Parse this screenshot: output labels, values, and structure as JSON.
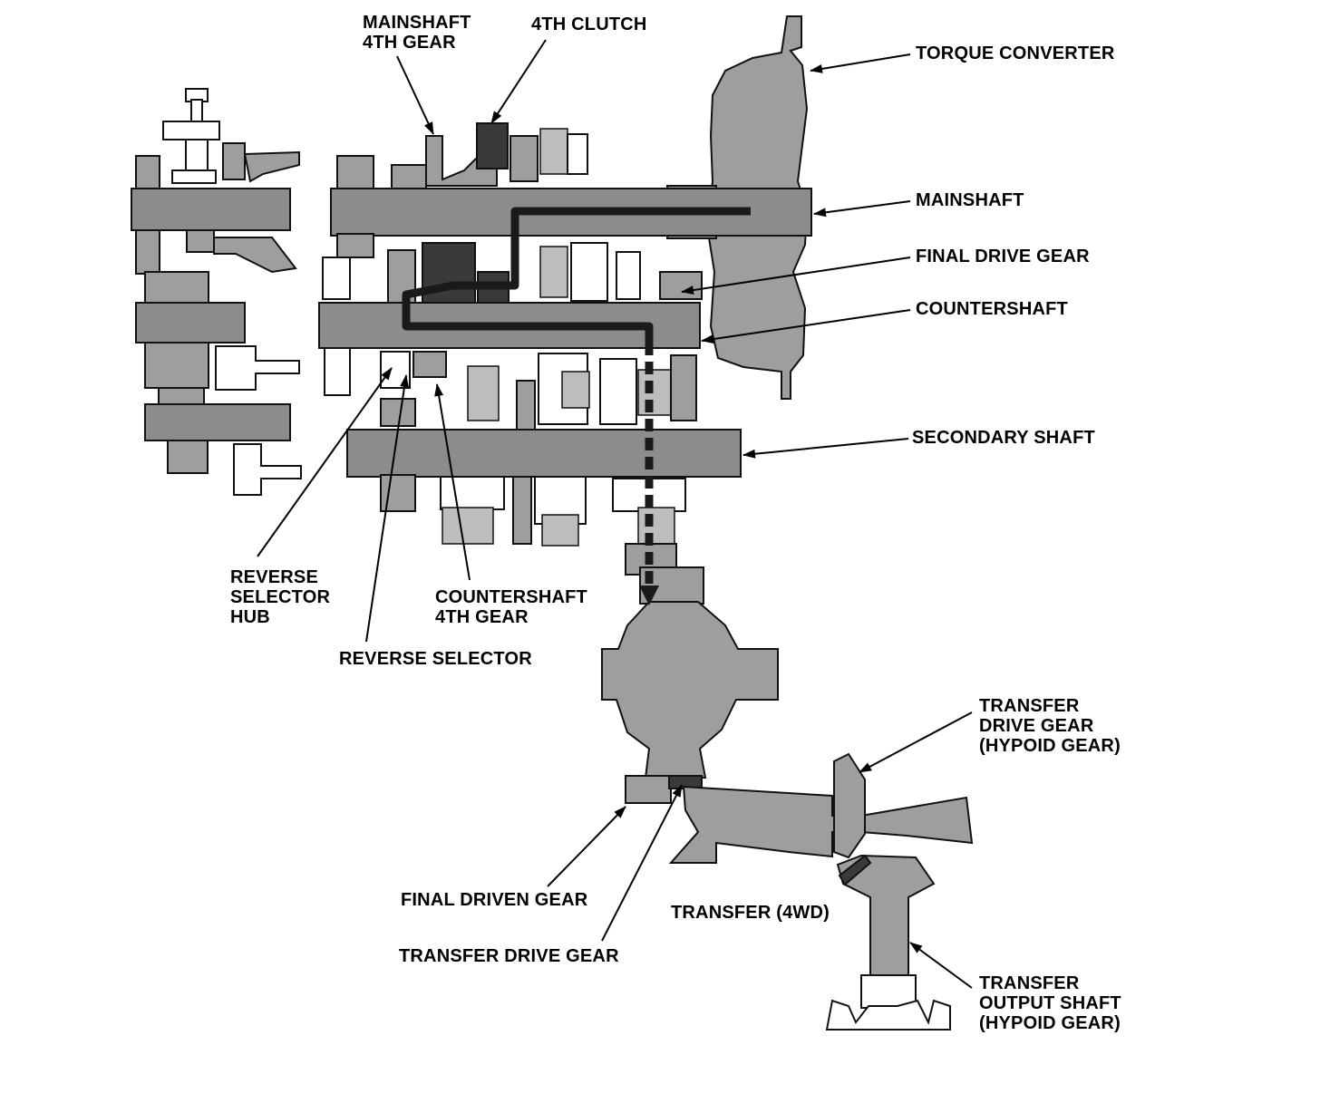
{
  "labels": {
    "mainshaft_4th_gear": [
      "MAINSHAFT",
      "4TH GEAR"
    ],
    "fourth_clutch": "4TH CLUTCH",
    "torque_converter": "TORQUE CONVERTER",
    "mainshaft": "MAINSHAFT",
    "final_drive_gear": "FINAL DRIVE GEAR",
    "countershaft": "COUNTERSHAFT",
    "secondary_shaft": "SECONDARY SHAFT",
    "reverse_selector_hub": [
      "REVERSE",
      "SELECTOR",
      "HUB"
    ],
    "countershaft_4th_gear": [
      "COUNTERSHAFT",
      "4TH GEAR"
    ],
    "reverse_selector": "REVERSE SELECTOR",
    "transfer_drive_gear_hypoid": [
      "TRANSFER",
      "DRIVE GEAR",
      "(HYPOID GEAR)"
    ],
    "final_driven_gear": "FINAL DRIVEN GEAR",
    "transfer_4wd": "TRANSFER (4WD)",
    "transfer_drive_gear": "TRANSFER DRIVE GEAR",
    "transfer_output_shaft": [
      "TRANSFER",
      "OUTPUT SHAFT",
      "(HYPOID GEAR)"
    ]
  }
}
